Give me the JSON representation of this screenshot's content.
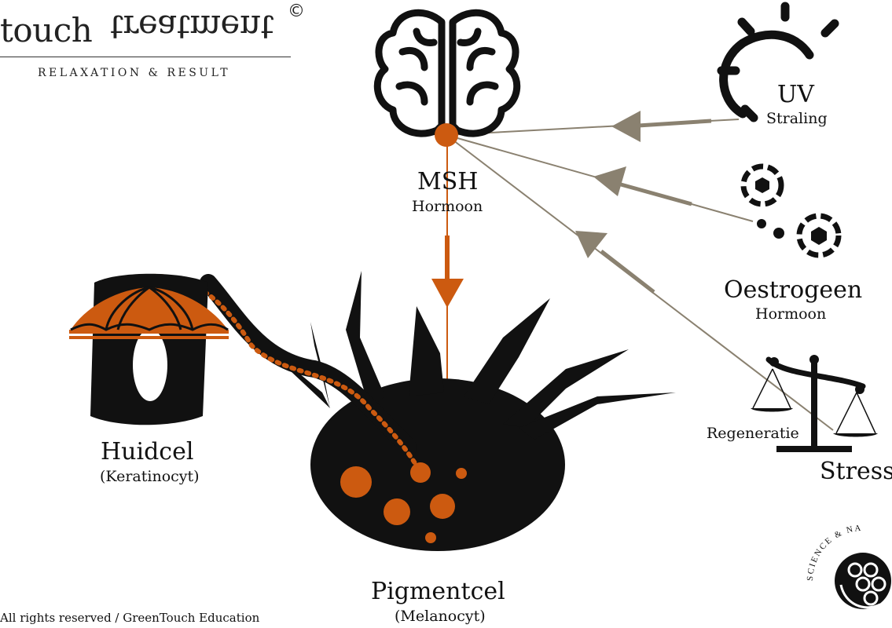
{
  "brand": {
    "word_upright": "touch",
    "word_mirrored": "treatment",
    "copyright": "©",
    "tagline": "RELAXATION & RESULT"
  },
  "nodes": {
    "msh": {
      "title": "MSH",
      "subtitle": "Hormoon"
    },
    "uv": {
      "title": "UV",
      "subtitle": "Straling"
    },
    "oestrogeen": {
      "title": "Oestrogeen",
      "subtitle": "Hormoon"
    },
    "stress": {
      "title": "Stress",
      "subtitle": "Regeneratie"
    },
    "huidcel": {
      "title": "Huidcel",
      "subtitle": "(Keratinocyt)"
    },
    "pigmentcel": {
      "title": "Pigmentcel",
      "subtitle": "(Melanocyt)"
    }
  },
  "badge": {
    "text": "SCIENCE & NATURE"
  },
  "footer": {
    "text": "All rights reserved / GreenTouch Education"
  },
  "colors": {
    "accent": "#cc5a10",
    "ink": "#111111",
    "connector": "#8a8170"
  }
}
